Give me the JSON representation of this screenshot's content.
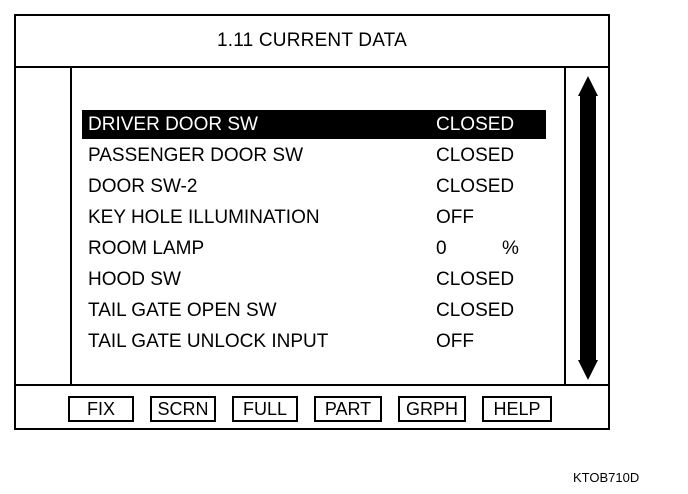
{
  "screen": {
    "title": "1.11 CURRENT DATA",
    "figure_code": "KTOB710D"
  },
  "data_list": {
    "selected_index": 0,
    "rows": [
      {
        "label": "DRIVER DOOR SW",
        "value": "CLOSED",
        "unit": ""
      },
      {
        "label": "PASSENGER DOOR SW",
        "value": "CLOSED",
        "unit": ""
      },
      {
        "label": "DOOR SW-2",
        "value": "CLOSED",
        "unit": ""
      },
      {
        "label": "KEY HOLE ILLUMINATION",
        "value": "OFF",
        "unit": ""
      },
      {
        "label": "ROOM LAMP",
        "value": "0",
        "unit": "%"
      },
      {
        "label": "HOOD SW",
        "value": "CLOSED",
        "unit": ""
      },
      {
        "label": "TAIL GATE OPEN SW",
        "value": "CLOSED",
        "unit": ""
      },
      {
        "label": "TAIL GATE UNLOCK INPUT",
        "value": "OFF",
        "unit": ""
      }
    ]
  },
  "scrollbar": {
    "up_icon": "arrow-up-icon",
    "down_icon": "arrow-down-icon"
  },
  "function_keys": [
    {
      "label": "FIX"
    },
    {
      "label": "SCRN"
    },
    {
      "label": "FULL"
    },
    {
      "label": "PART"
    },
    {
      "label": "GRPH"
    },
    {
      "label": "HELP"
    }
  ],
  "colors": {
    "foreground": "#000000",
    "background": "#ffffff",
    "selection": "#000000"
  }
}
